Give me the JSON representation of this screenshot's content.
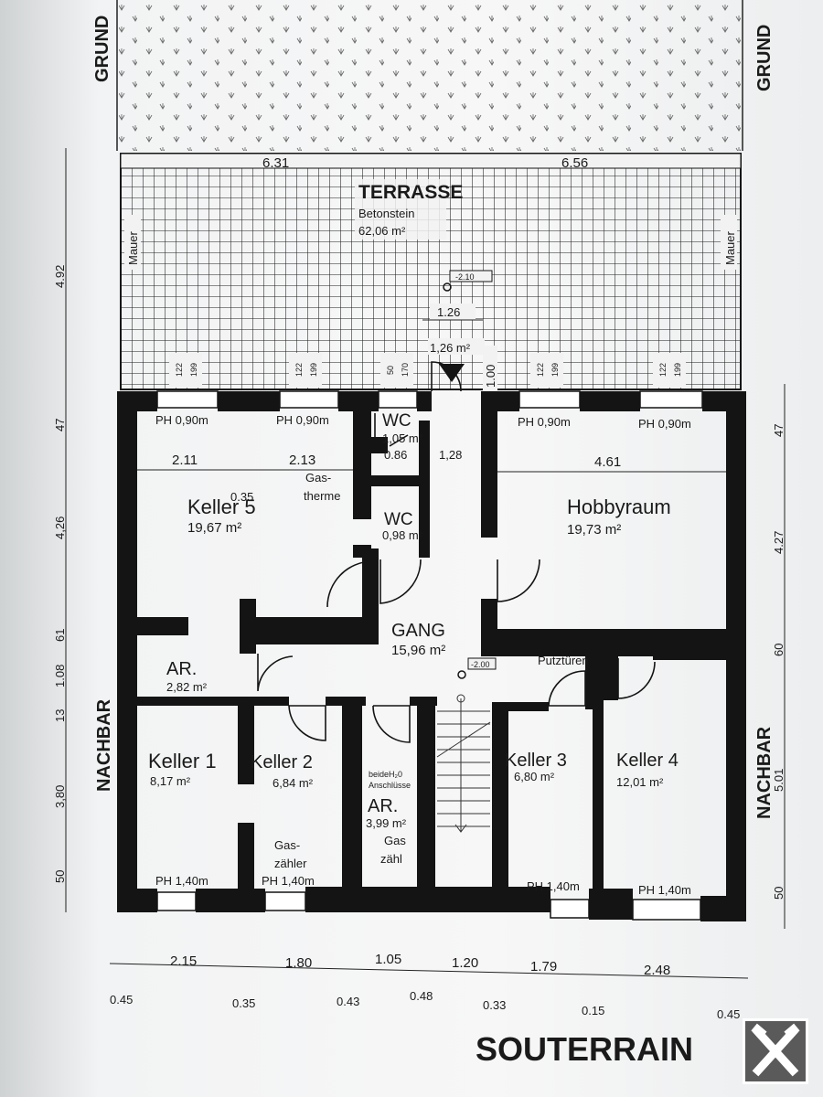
{
  "plan": {
    "title": "SOUTERRAIN",
    "grund_label": "GRUND",
    "nachbar_label": "NACHBAR",
    "mauer_label": "Mauer",
    "terrace": {
      "name": "TERRASSE",
      "material": "Betonstein",
      "area": "62,06 m²",
      "width_left": "6.31",
      "width_right": "6.56",
      "level": "-2.10",
      "step_width": "1.26",
      "step_area": "1,26 m²",
      "step_height": "1.00"
    },
    "rooms": {
      "keller5": {
        "name": "Keller 5",
        "area": "19,67 m²"
      },
      "hobby": {
        "name": "Hobbyraum",
        "area": "19,73 m²"
      },
      "wc1": {
        "name": "WC",
        "area": "1,05 m²",
        "dim": "0.86"
      },
      "wc2": {
        "name": "WC",
        "area": "0,98 m²"
      },
      "gang": {
        "name": "GANG",
        "area": "15,96 m²",
        "level": "-2.00"
      },
      "ar1": {
        "name": "AR.",
        "area": "2,82 m²"
      },
      "ar2": {
        "name": "AR.",
        "area": "3,99 m²",
        "note1": "beideH₂0",
        "note2": "Anschlüsse",
        "gas": "Gas",
        "zaehler": "zähl"
      },
      "keller1": {
        "name": "Keller 1",
        "area": "8,17 m²"
      },
      "keller2": {
        "name": "Keller 2",
        "area": "6,84 m²",
        "gas": "Gas-",
        "zaehler": "zähler"
      },
      "keller3": {
        "name": "Keller 3",
        "area": "6,80 m²"
      },
      "keller4": {
        "name": "Keller 4",
        "area": "12,01 m²"
      }
    },
    "labels": {
      "ph090": "PH 0,90m",
      "ph140": "PH 1,40m",
      "gas": "Gas-",
      "therme": "therme",
      "putztueren": "Putztüren",
      "w122": "122",
      "w199": "199",
      "w50": "50",
      "w170": "170",
      "d035": "0.35",
      "d128": "1,28"
    },
    "inner_dims": {
      "k5_a": "2.11",
      "k5_b": "2.13",
      "hobby": "4.61"
    },
    "left_dims": [
      "4.92",
      "47",
      "4,26",
      "61",
      "1.08",
      "13",
      "3,80",
      "50"
    ],
    "right_dims": [
      "47",
      "4.27",
      "60",
      "5.01",
      "50"
    ],
    "bottom_dims": [
      "2.15",
      "1.80",
      "1.05",
      "1.20",
      "1.79",
      "2.48"
    ],
    "wall_dims": [
      "0.45",
      "0.35",
      "0.43",
      "0.48",
      "0.33",
      "0.15",
      "0.45"
    ]
  }
}
